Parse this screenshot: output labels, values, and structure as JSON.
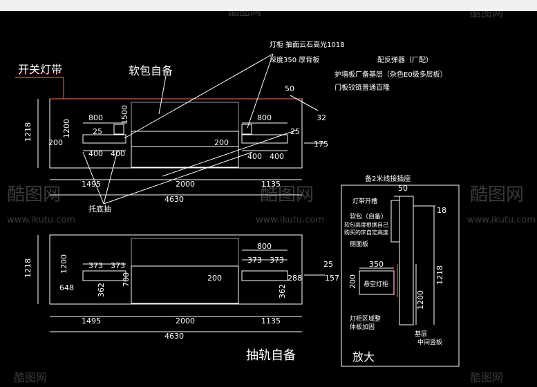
{
  "labels": {
    "switch_light": "开关灯带",
    "soft_pack": "软包自备",
    "light_cabinet": "灯柜 抽面云石高光1018",
    "depth": "深度350 厚背板",
    "rebound": "配反弹器（厂配）",
    "panel": "护墙板厂备基层（杂色E0级多层板）",
    "hinge": "门板铰链普通百隆",
    "tray_drawer": "托底抽",
    "rail_self": "抽轨自备",
    "enlarge": "放大",
    "socket": "备2米线接插座",
    "strip_slot": "灯带开槽",
    "soft_pack_small": "软包（自备）",
    "soft_note1": "软包高度根据自己",
    "soft_note2": "购买的床自定高度",
    "side_panel": "侧面板",
    "hanging_cabinet": "悬空灯柜",
    "cab_area1": "灯柜区域整",
    "cab_area2": "体板加固",
    "base": "基层",
    "mid_panel": "中间竖板"
  },
  "dims": {
    "d50": "50",
    "d32": "32",
    "d1218": "1218",
    "d200": "200",
    "d1200": "1200",
    "d800": "800",
    "d25": "25",
    "d1500": "1500",
    "d400": "400",
    "d175": "175",
    "d1495": "1495",
    "d2000": "2000",
    "d1135": "1135",
    "d4630": "4630",
    "d373": "373",
    "d648": "648",
    "d362": "362",
    "d700": "700",
    "d288": "288",
    "d157": "157",
    "d18": "18",
    "d350": "350"
  },
  "watermark": {
    "brand": "酷图网",
    "site": "www.ikutu.com"
  },
  "colors": {
    "background": "#000000",
    "lines": "#ffffff",
    "accent": "#d9534f"
  }
}
